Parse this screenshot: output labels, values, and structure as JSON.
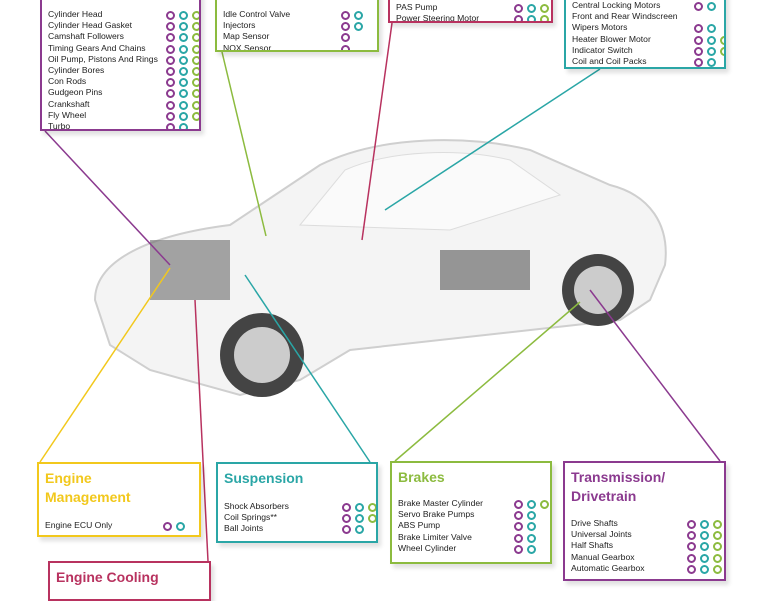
{
  "colors": {
    "purple": "#8b3a8f",
    "teal": "#2aa6a6",
    "green": "#8cbb3f",
    "yellow": "#f2c81c",
    "magenta": "#b8325f"
  },
  "boxes": [
    {
      "id": "engine",
      "title": "",
      "color": "purple",
      "items": [
        {
          "label": "Cylinder Head",
          "dots": 3
        },
        {
          "label": "Cylinder Head Gasket",
          "dots": 3
        },
        {
          "label": "Camshaft Followers",
          "dots": 3
        },
        {
          "label": "Timing Gears And Chains",
          "dots": 3
        },
        {
          "label": "Oil Pump, Pistons And Rings",
          "dots": 3
        },
        {
          "label": "Cylinder Bores",
          "dots": 3
        },
        {
          "label": "Con Rods",
          "dots": 3
        },
        {
          "label": "Gudgeon Pins",
          "dots": 3
        },
        {
          "label": "Crankshaft",
          "dots": 3
        },
        {
          "label": "Fly Wheel",
          "dots": 3
        },
        {
          "label": "Turbo",
          "dots": 2
        }
      ]
    },
    {
      "id": "fuel",
      "title": "",
      "color": "green",
      "items": [
        {
          "label": "Idle Control Valve",
          "dots": 2
        },
        {
          "label": "Injectors",
          "dots": 2
        },
        {
          "label": "Map Sensor",
          "dots": 1
        },
        {
          "label": "NOX Sensor",
          "dots": 1
        }
      ]
    },
    {
      "id": "steering",
      "title": "",
      "color": "magenta",
      "items": [
        {
          "label": "PAS Pump",
          "dots": 3
        },
        {
          "label": "Power Steering Motor",
          "dots": 3
        }
      ]
    },
    {
      "id": "electrical",
      "title": "",
      "color": "teal",
      "items": [
        {
          "label": "Central Locking Motors",
          "dots": 2
        },
        {
          "label": "Front and Rear Windscreen",
          "dots": 0
        },
        {
          "label": "Wipers Motors",
          "dots": 2
        },
        {
          "label": "Heater Blower Motor",
          "dots": 3
        },
        {
          "label": "Indicator Switch",
          "dots": 3
        },
        {
          "label": "Coil and Coil Packs",
          "dots": 2
        }
      ]
    },
    {
      "id": "engine-management",
      "title": "Engine Management",
      "color": "yellow",
      "items": [
        {
          "label": "Engine ECU Only",
          "dots": 2
        }
      ]
    },
    {
      "id": "suspension",
      "title": "Suspension",
      "color": "teal",
      "items": [
        {
          "label": "Shock Absorbers",
          "dots": 3
        },
        {
          "label": "Coil Springs**",
          "dots": 3
        },
        {
          "label": "Ball Joints",
          "dots": 2
        }
      ]
    },
    {
      "id": "brakes",
      "title": "Brakes",
      "color": "green",
      "items": [
        {
          "label": "Brake Master Cylinder",
          "dots": 3
        },
        {
          "label": "Servo Brake Pumps",
          "dots": 2
        },
        {
          "label": "ABS Pump",
          "dots": 2
        },
        {
          "label": "Brake Limiter Valve",
          "dots": 2
        },
        {
          "label": "Wheel Cylinder",
          "dots": 2
        }
      ]
    },
    {
      "id": "transmission",
      "title": "Transmission/ Drivetrain",
      "color": "purple",
      "items": [
        {
          "label": "Drive Shafts",
          "dots": 3
        },
        {
          "label": "Universal Joints",
          "dots": 3
        },
        {
          "label": "Half Shafts",
          "dots": 3
        },
        {
          "label": "Manual Gearbox",
          "dots": 3
        },
        {
          "label": "Automatic Gearbox",
          "dots": 3
        }
      ]
    },
    {
      "id": "cooling",
      "title": "Engine Cooling",
      "color": "magenta",
      "items": []
    }
  ]
}
